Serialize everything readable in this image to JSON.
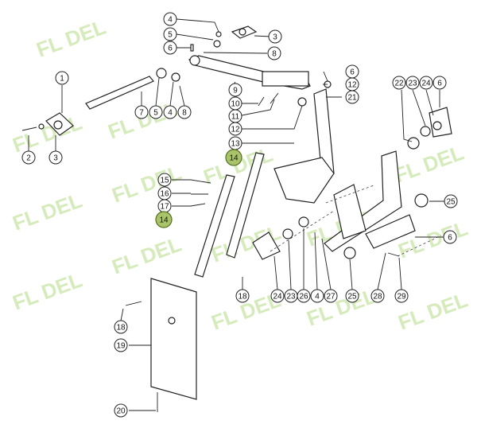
{
  "watermark": {
    "text": "FL DEL",
    "color": "#cfe8b0"
  },
  "highlight_color": "#a9c36a",
  "callouts": [
    {
      "id": "c4a",
      "label": "4"
    },
    {
      "id": "c5a",
      "label": "5"
    },
    {
      "id": "c3a",
      "label": "3"
    },
    {
      "id": "c6a",
      "label": "6"
    },
    {
      "id": "c8a",
      "label": "8"
    },
    {
      "id": "c1",
      "label": "1"
    },
    {
      "id": "c9",
      "label": "9"
    },
    {
      "id": "c10",
      "label": "10"
    },
    {
      "id": "c11",
      "label": "11"
    },
    {
      "id": "c12a",
      "label": "12"
    },
    {
      "id": "c6b",
      "label": "6"
    },
    {
      "id": "c12b",
      "label": "12"
    },
    {
      "id": "c21",
      "label": "21"
    },
    {
      "id": "c7",
      "label": "7"
    },
    {
      "id": "c5b",
      "label": "5"
    },
    {
      "id": "c4b",
      "label": "4"
    },
    {
      "id": "c8b",
      "label": "8"
    },
    {
      "id": "c2",
      "label": "2"
    },
    {
      "id": "c3b",
      "label": "3"
    },
    {
      "id": "c13",
      "label": "13"
    },
    {
      "id": "c14a",
      "label": "14",
      "highlight": true
    },
    {
      "id": "c22",
      "label": "22"
    },
    {
      "id": "c23a",
      "label": "23"
    },
    {
      "id": "c24a",
      "label": "24"
    },
    {
      "id": "c6c",
      "label": "6"
    },
    {
      "id": "c15",
      "label": "15"
    },
    {
      "id": "c16",
      "label": "16"
    },
    {
      "id": "c17",
      "label": "17"
    },
    {
      "id": "c14b",
      "label": "14",
      "highlight": true
    },
    {
      "id": "c25a",
      "label": "25"
    },
    {
      "id": "c6d",
      "label": "6"
    },
    {
      "id": "c18a",
      "label": "18"
    },
    {
      "id": "c24b",
      "label": "24"
    },
    {
      "id": "c23b",
      "label": "23"
    },
    {
      "id": "c26",
      "label": "26"
    },
    {
      "id": "c4c",
      "label": "4"
    },
    {
      "id": "c27",
      "label": "27"
    },
    {
      "id": "c25b",
      "label": "25"
    },
    {
      "id": "c28",
      "label": "28"
    },
    {
      "id": "c29",
      "label": "29"
    },
    {
      "id": "c18b",
      "label": "18"
    },
    {
      "id": "c19",
      "label": "19"
    },
    {
      "id": "c20",
      "label": "20"
    }
  ]
}
